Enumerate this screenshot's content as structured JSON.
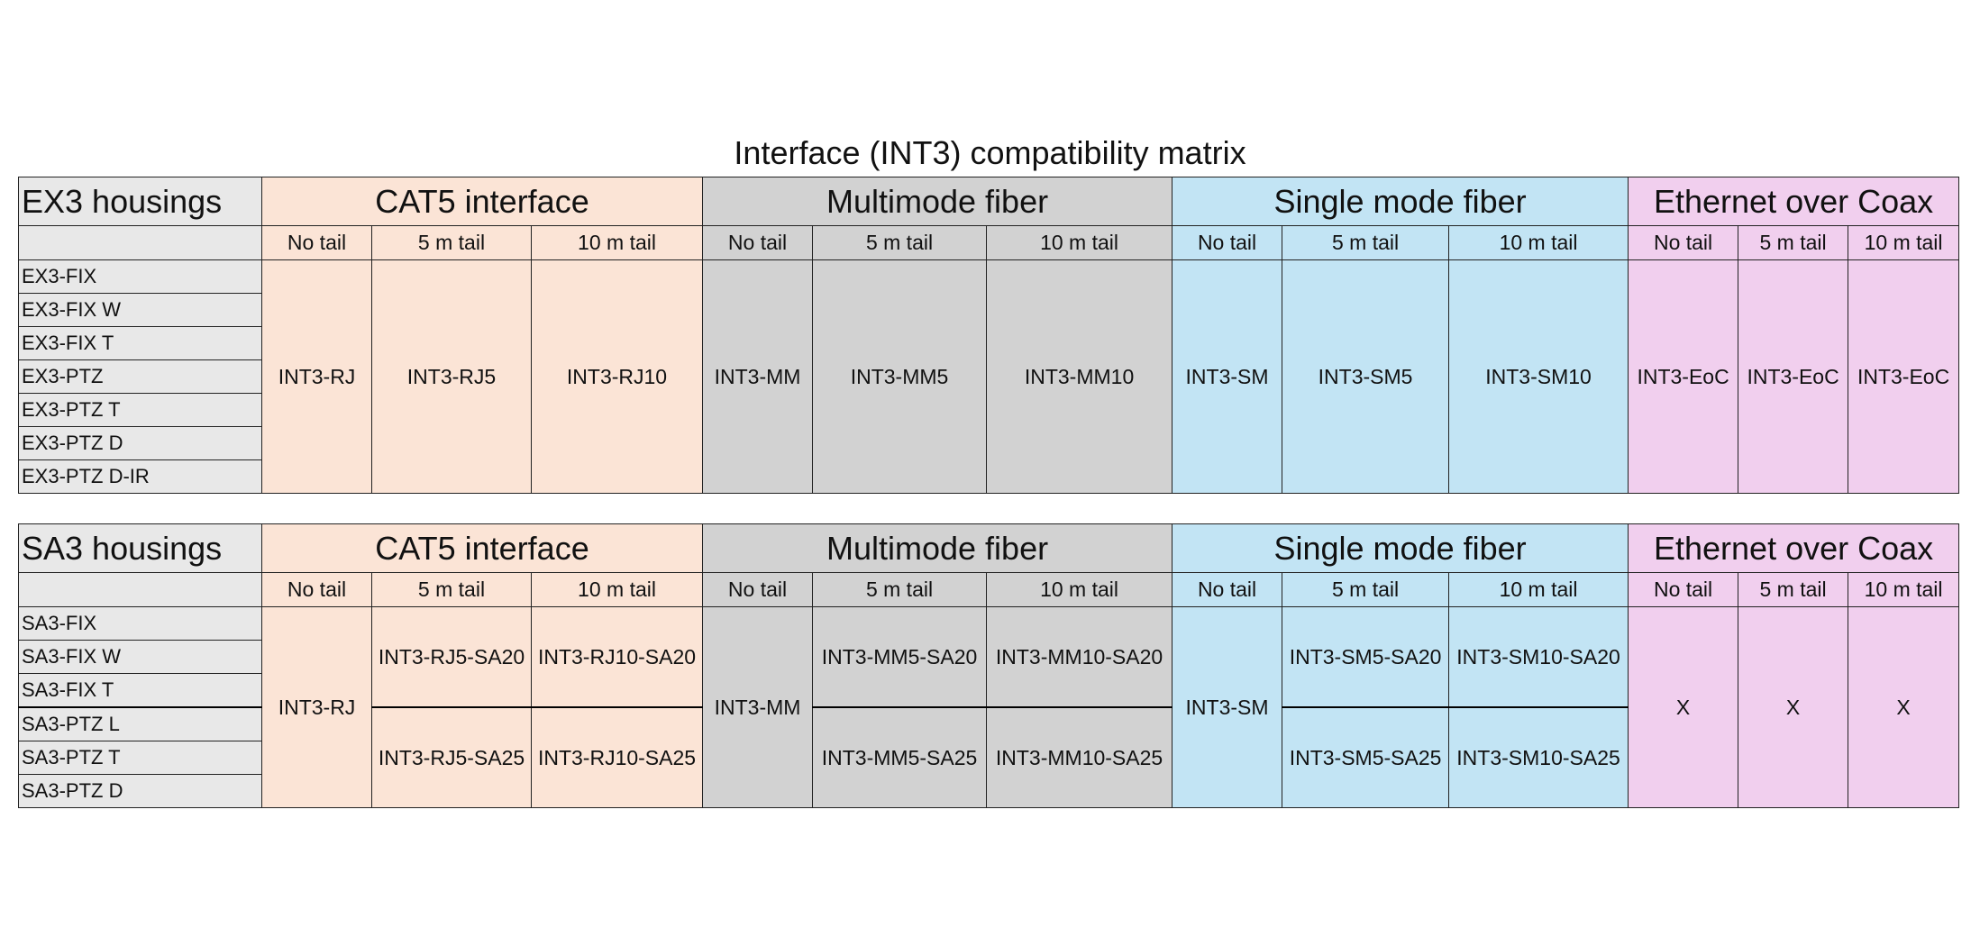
{
  "title": "Interface (INT3) compatibility matrix",
  "groups": {
    "cat5": "CAT5 interface",
    "mm": "Multimode fiber",
    "sm": "Single mode fiber",
    "eoc": "Ethernet over Coax"
  },
  "tails": {
    "none": "No tail",
    "five": "5 m tail",
    "ten": "10 m tail"
  },
  "colors": {
    "cat5": "#fbe4d6",
    "multimode": "#d2d2d2",
    "singlemode": "#c2e4f4",
    "eoc": "#f1cfee",
    "housing": "#e8e8e8"
  },
  "ex3": {
    "header": "EX3 housings",
    "models": [
      "EX3-FIX",
      "EX3-FIX W",
      "EX3-FIX T",
      "EX3-PTZ",
      "EX3-PTZ T",
      "EX3-PTZ D",
      "EX3-PTZ D-IR"
    ],
    "parts": {
      "rj": "INT3-RJ",
      "rj5": "INT3-RJ5",
      "rj10": "INT3-RJ10",
      "mm": "INT3-MM",
      "mm5": "INT3-MM5",
      "mm10": "INT3-MM10",
      "sm": "INT3-SM",
      "sm5": "INT3-SM5",
      "sm10": "INT3-SM10",
      "eoc": "INT3-EoC",
      "eoc5": "INT3-EoC",
      "eoc10": "INT3-EoC"
    }
  },
  "sa3": {
    "header": "SA3 housings",
    "models": [
      "SA3-FIX",
      "SA3-FIX W",
      "SA3-FIX T",
      "SA3-PTZ L",
      "SA3-PTZ T",
      "SA3-PTZ D"
    ],
    "parts": {
      "rj": "INT3-RJ",
      "rj5_20": "INT3-RJ5-SA20",
      "rj10_20": "INT3-RJ10-SA20",
      "rj5_25": "INT3-RJ5-SA25",
      "rj10_25": "INT3-RJ10-SA25",
      "mm": "INT3-MM",
      "mm5_20": "INT3-MM5-SA20",
      "mm10_20": "INT3-MM10-SA20",
      "mm5_25": "INT3-MM5-SA25",
      "mm10_25": "INT3-MM10-SA25",
      "sm": "INT3-SM",
      "sm5_20": "INT3-SM5-SA20",
      "sm10_20": "INT3-SM10-SA20",
      "sm5_25": "INT3-SM5-SA25",
      "sm10_25": "INT3-SM10-SA25",
      "eoc": "X",
      "eoc5": "X",
      "eoc10": "X"
    }
  }
}
